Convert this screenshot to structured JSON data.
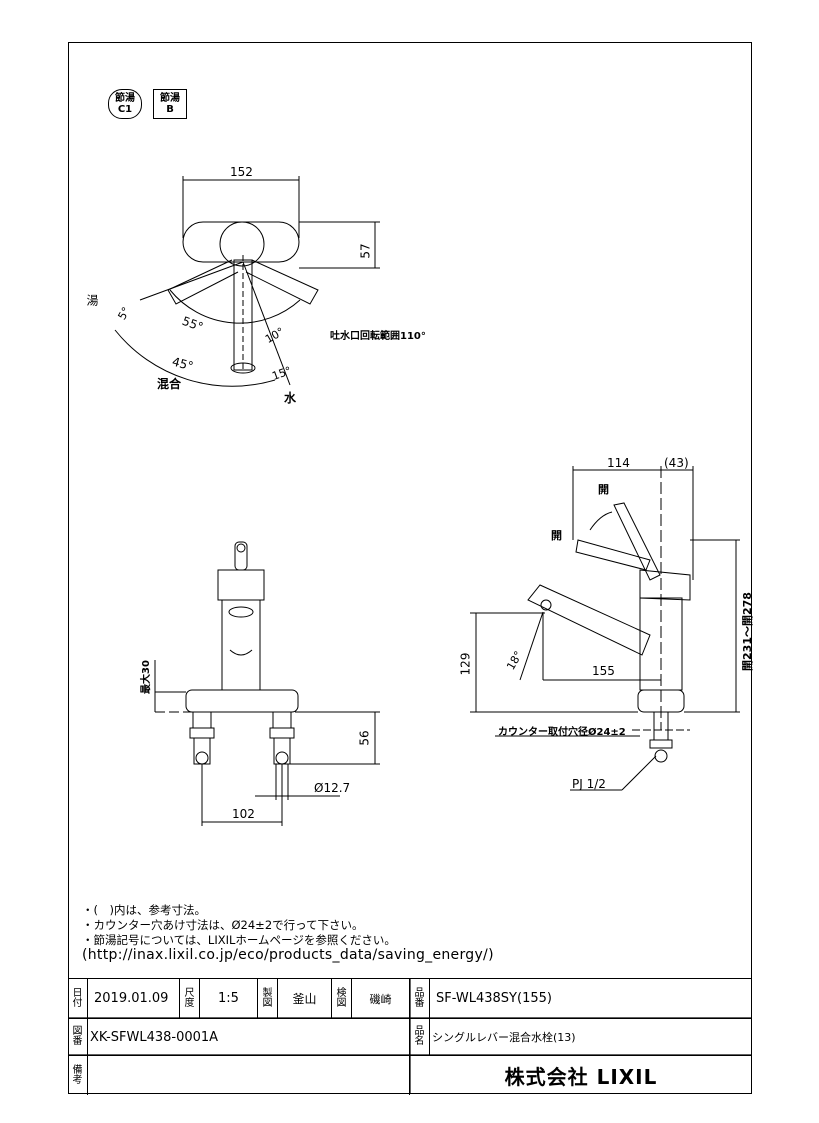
{
  "badges": [
    {
      "top": "節湯",
      "bottom": "C1",
      "icon": "water-saving-c1-icon"
    },
    {
      "top": "節湯",
      "bottom": "B",
      "icon": "water-saving-b-icon"
    }
  ],
  "top_view": {
    "width_dim": "152",
    "depth_dim": "57",
    "hot_label": "湯",
    "mix_label": "混合",
    "cold_label": "水",
    "angle_5": "5°",
    "angle_55": "55°",
    "angle_10": "10°",
    "angle_45": "45°",
    "angle_15": "15°",
    "spout_rotation": "吐水口回転範囲110°"
  },
  "front_view": {
    "max_dim": "最大30",
    "height_dim": "56",
    "pipe_dia": "Ø12.7",
    "pitch_dim": "102"
  },
  "side_view": {
    "dim_114": "114",
    "dim_43": "(43)",
    "open_top": "開",
    "open_left": "開",
    "height_range": "開231～開278",
    "dim_129": "129",
    "angle_18": "18°",
    "dim_155": "155",
    "counter_hole": "カウンター取付穴径Ø24±2",
    "pj": "PJ 1/2"
  },
  "notes": [
    "・(　)内は、参考寸法。",
    "・カウンター穴あけ寸法は、Ø24±2で行って下さい。",
    "・節湯記号については、LIXILホームページを参照ください。",
    "(http://inax.lixil.co.jp/eco/products_data/saving_energy/)"
  ],
  "title_block": {
    "date_label": "日付",
    "date": "2019.01.09",
    "scale_label": "尺度",
    "scale": "1:5",
    "drawn_label": "製図",
    "drawn_by": "釜山",
    "checked_label": "検図",
    "checked_by": "磯崎",
    "part_no_label": "品番",
    "part_no": "SF-WL438SY(155)",
    "drawing_no_label": "図番",
    "drawing_no": "XK-SFWL438-0001A",
    "product_name_label": "品名",
    "product_name": "シングルレバー混合水栓(13)",
    "remarks_label": "備考",
    "company": "株式会社 LIXIL"
  }
}
